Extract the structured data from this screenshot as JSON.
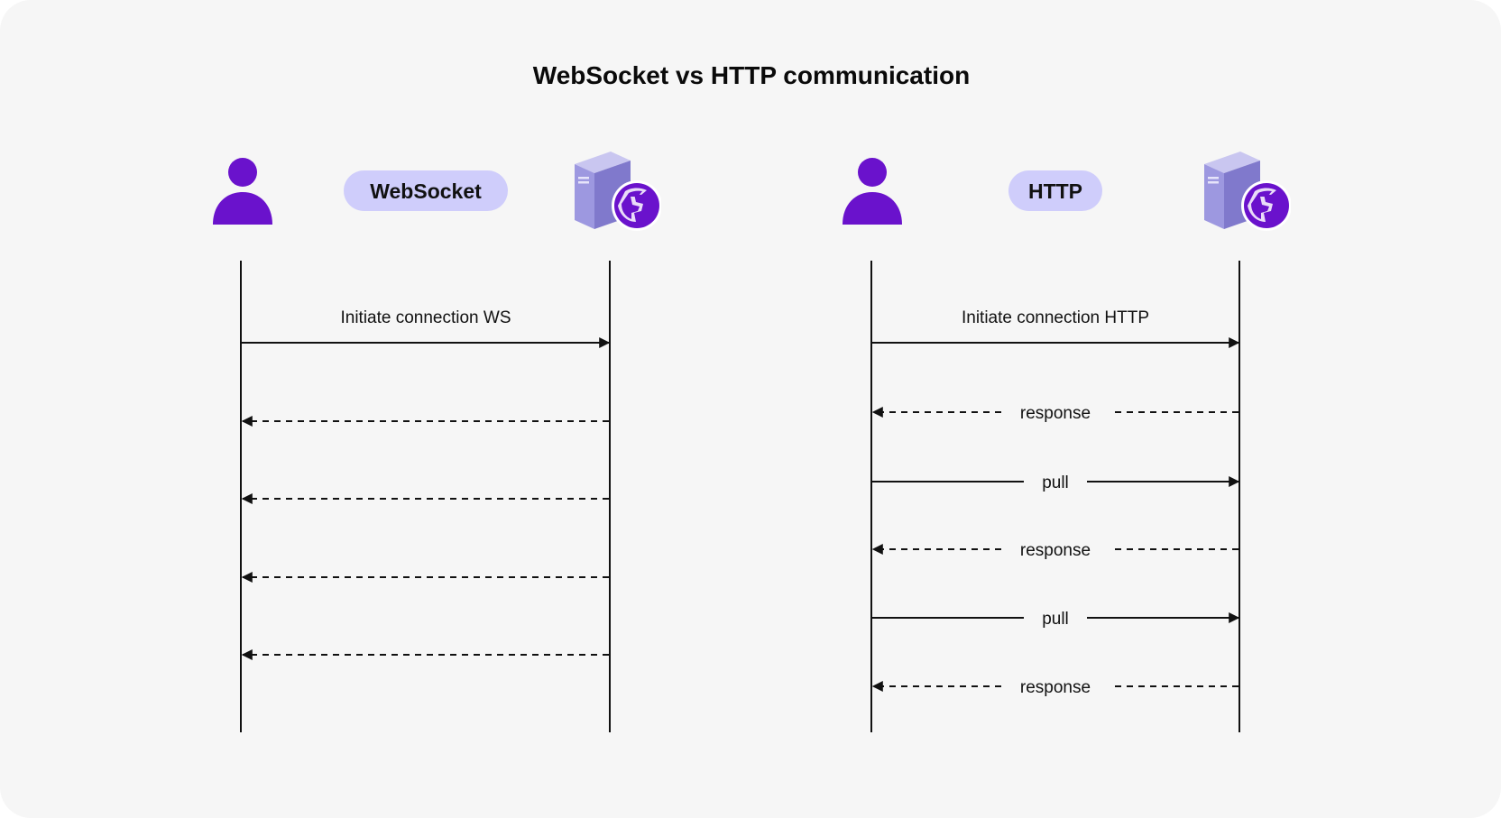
{
  "title": "WebSocket vs HTTP communication",
  "colors": {
    "background": "#f6f6f6",
    "accent": "#6a12cc",
    "pill": "#cfcdfb",
    "server": "#8b86d6"
  },
  "websocket": {
    "label": "WebSocket",
    "icons": [
      "user-icon",
      "server-globe-icon"
    ],
    "messages": [
      {
        "direction": "client-to-server",
        "style": "solid",
        "label": "Initiate connection WS"
      },
      {
        "direction": "server-to-client",
        "style": "dashed",
        "label": ""
      },
      {
        "direction": "server-to-client",
        "style": "dashed",
        "label": ""
      },
      {
        "direction": "server-to-client",
        "style": "dashed",
        "label": ""
      },
      {
        "direction": "server-to-client",
        "style": "dashed",
        "label": ""
      }
    ]
  },
  "http": {
    "label": "HTTP",
    "icons": [
      "user-icon",
      "server-globe-icon"
    ],
    "messages": [
      {
        "direction": "client-to-server",
        "style": "solid",
        "label": "Initiate connection HTTP"
      },
      {
        "direction": "server-to-client",
        "style": "dashed",
        "label": "response"
      },
      {
        "direction": "client-to-server",
        "style": "solid",
        "label": "pull"
      },
      {
        "direction": "server-to-client",
        "style": "dashed",
        "label": "response"
      },
      {
        "direction": "client-to-server",
        "style": "solid",
        "label": "pull"
      },
      {
        "direction": "server-to-client",
        "style": "dashed",
        "label": "response"
      }
    ]
  }
}
